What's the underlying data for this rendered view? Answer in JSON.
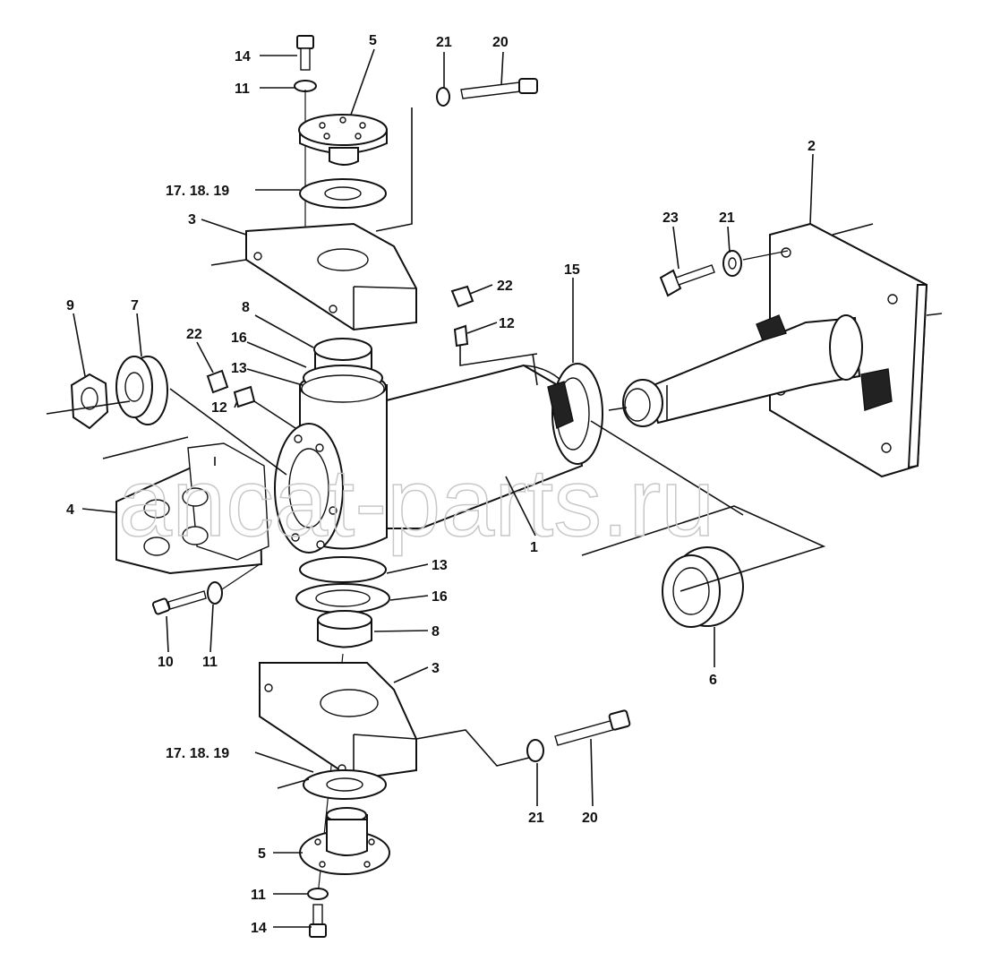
{
  "watermark": "ancat-parts.ru",
  "callouts": {
    "c1": "1",
    "c2": "2",
    "c3_top": "3",
    "c3_bottom": "3",
    "c4": "4",
    "c5_top": "5",
    "c5_bottom": "5",
    "c6": "6",
    "c7": "7",
    "c8_top": "8",
    "c8_bottom": "8",
    "c9": "9",
    "c10": "10",
    "c11_top": "11",
    "c11_mid": "11",
    "c11_bottom": "11",
    "c12_right": "12",
    "c12_left": "12",
    "c13_top": "13",
    "c13_bottom": "13",
    "c14_top": "14",
    "c14_bottom": "14",
    "c15": "15",
    "c16_top": "16",
    "c16_bottom": "16",
    "c17_top": "17. 18. 19",
    "c17_bottom": "17. 18. 19",
    "c20_top": "20",
    "c20_bottom": "20",
    "c21_top": "21",
    "c21_right": "21",
    "c21_bottom": "21",
    "c22_right": "22",
    "c22_left": "22",
    "c23": "23"
  }
}
